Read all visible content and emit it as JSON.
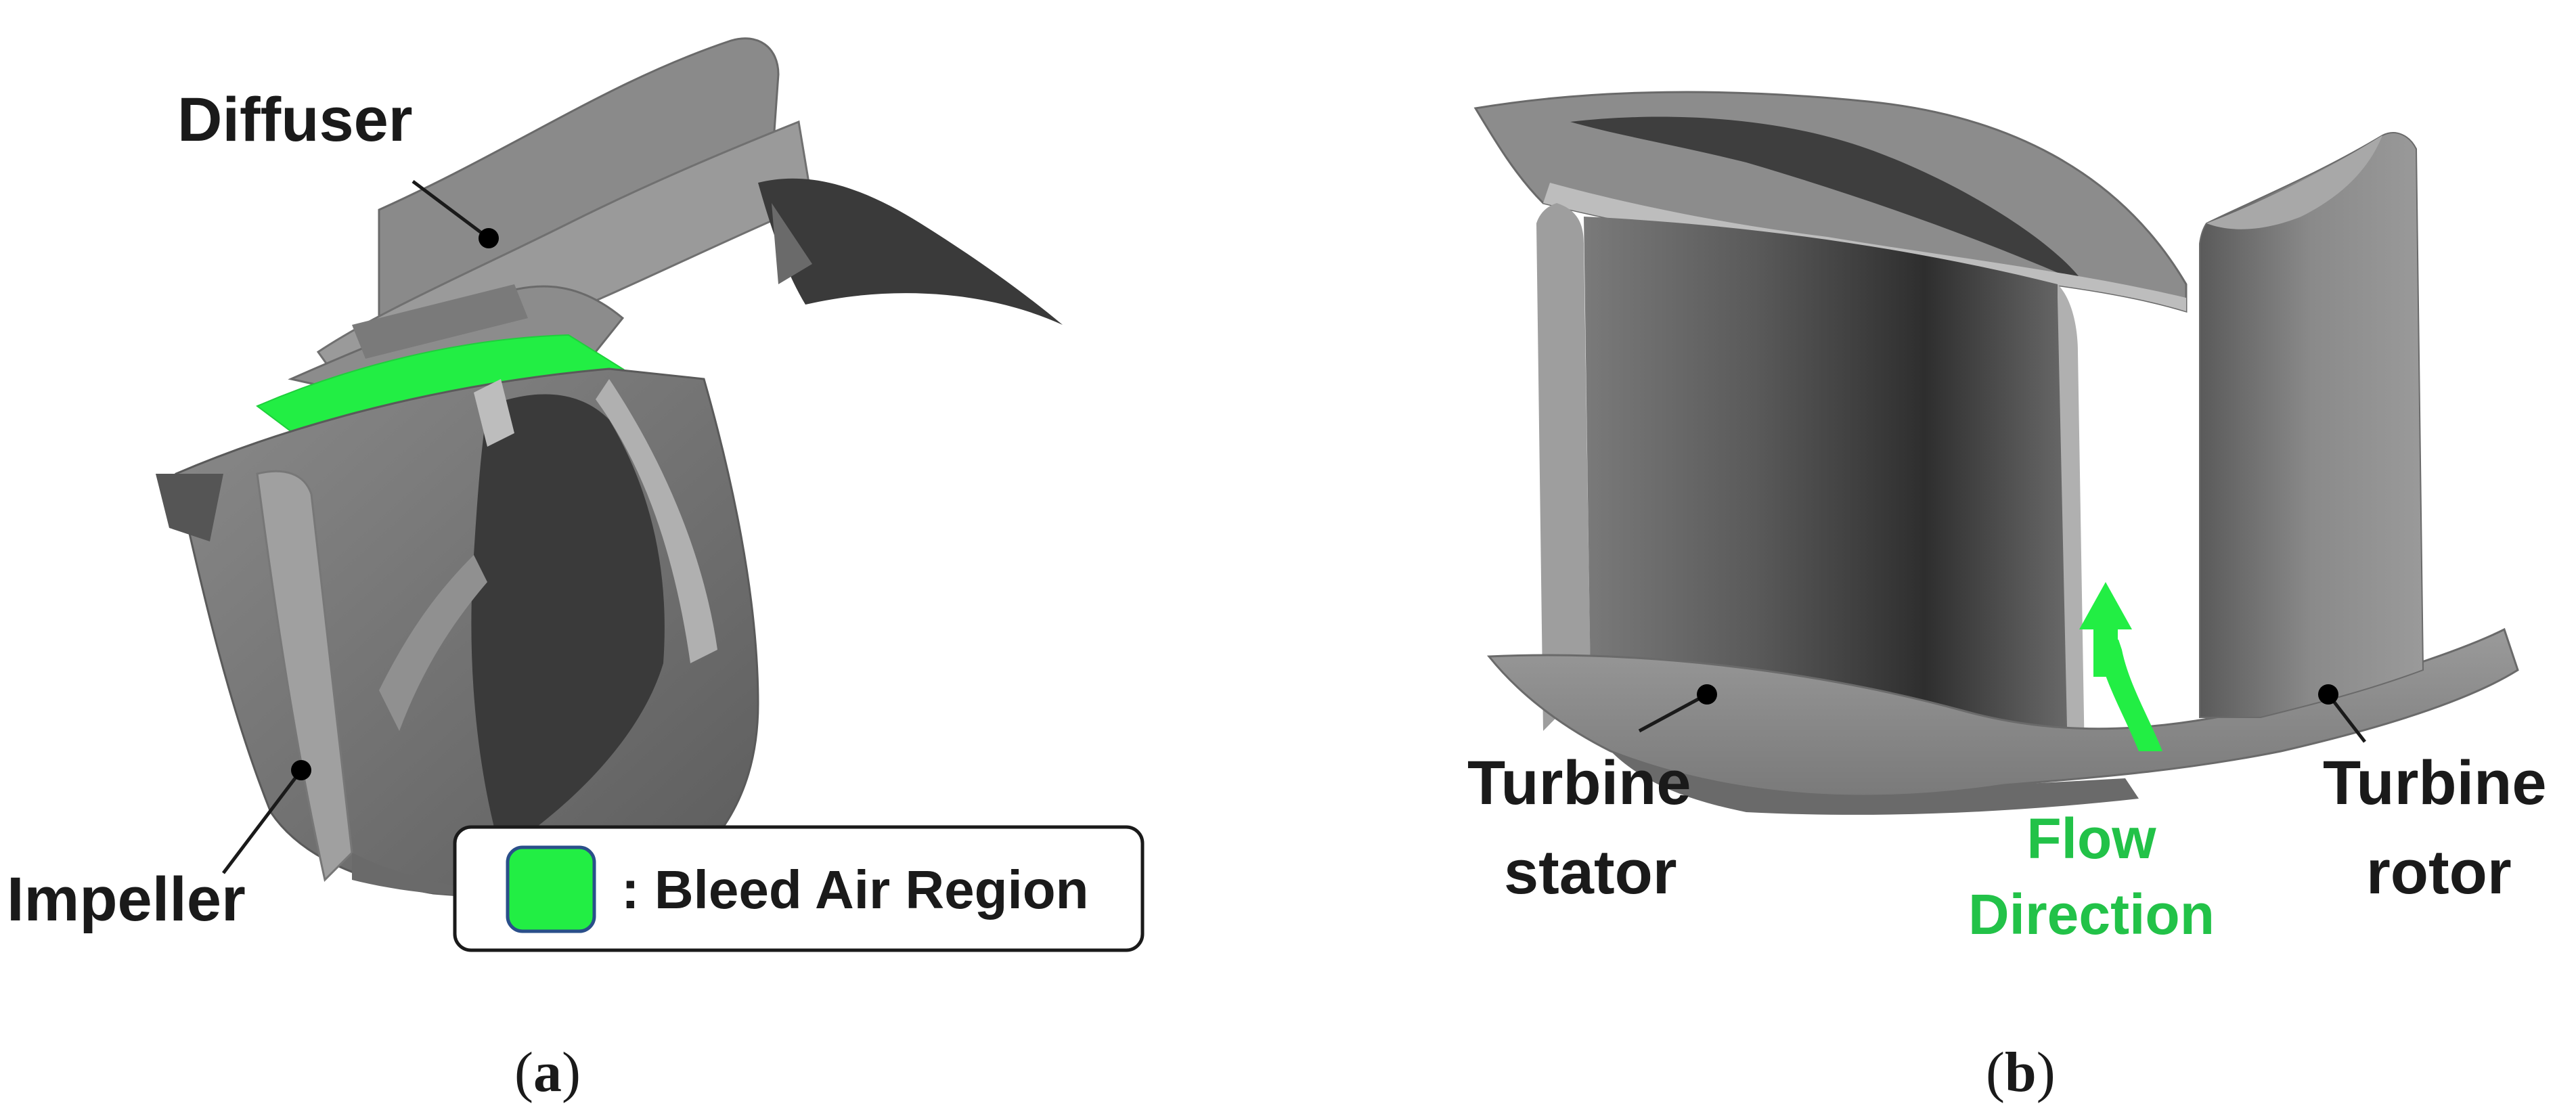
{
  "panel_a": {
    "labels": {
      "diffuser": "Diffuser",
      "impeller": "Impeller"
    },
    "legend": {
      "text": ": Bleed Air Region",
      "swatch_color": "#22ee44"
    },
    "caption_open": "(",
    "caption_letter": "a",
    "caption_close": ")"
  },
  "panel_b": {
    "labels": {
      "stator_line1": "Turbine",
      "stator_line2": "stator",
      "rotor_line1": "Turbine",
      "rotor_line2": "rotor",
      "flow_line1": "Flow",
      "flow_line2": "Direction"
    },
    "arrow_color": "#22ee44",
    "caption_open": "(",
    "caption_letter": "b",
    "caption_close": ")"
  },
  "colors": {
    "surface_light": "#8c8c8c",
    "surface_mid": "#6e6e6e",
    "surface_dark": "#3a3a3a",
    "bleed_region": "#22ee44",
    "flow_text": "#22c248"
  }
}
